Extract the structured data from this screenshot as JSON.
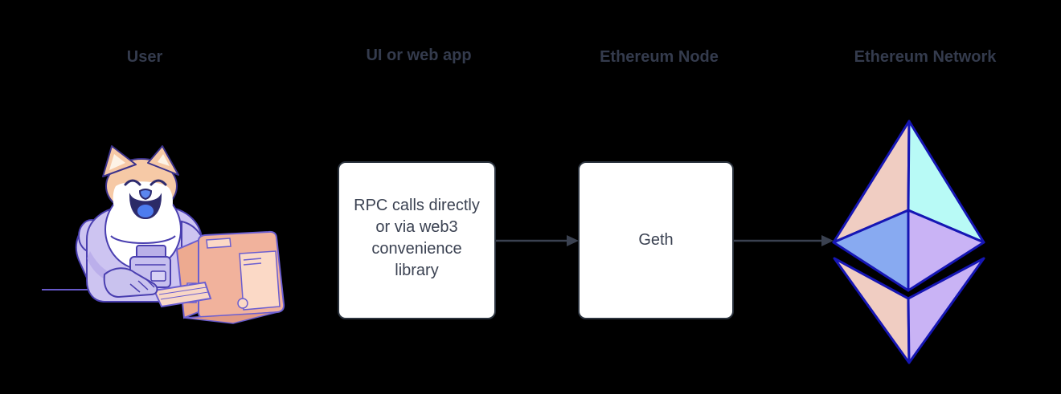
{
  "diagram": {
    "headers": [
      {
        "id": "user",
        "label": "User"
      },
      {
        "id": "ui",
        "label": "UI or web app"
      },
      {
        "id": "node",
        "label": "Ethereum Node"
      },
      {
        "id": "network",
        "label": "Ethereum Network"
      }
    ],
    "boxes": [
      {
        "id": "rpc",
        "lines": [
          "RPC calls directly",
          "or via web3",
          "convenience",
          "library"
        ]
      },
      {
        "id": "geth",
        "label": "Geth"
      }
    ],
    "arrows": [
      {
        "from": "rpc-box",
        "to": "geth-box"
      },
      {
        "from": "geth-box",
        "to": "ethereum-logo"
      }
    ],
    "icons": [
      {
        "name": "doge-astronaut-at-computer-illustration",
        "meaning": "Doge in a spacesuit typing on a retro computer"
      },
      {
        "name": "ethereum-diamond-logo",
        "meaning": "Ethereum network logo"
      }
    ],
    "colors": {
      "background": "#000000",
      "heading_text": "#343b4d",
      "box_text": "#3b4252",
      "box_fill": "#ffffff",
      "box_border": "#2b333e",
      "arrow": "#3a4150",
      "eth_outline": "#1616b4",
      "eth_peach": "#f0cdc2",
      "eth_cyan": "#b8faf6",
      "eth_blue": "#88aaf1",
      "eth_lavender": "#c9b3f5",
      "doge_fur": "#f6c9a6",
      "doge_suit": "#cdc4f1",
      "computer_body": "#f1b29c"
    }
  }
}
